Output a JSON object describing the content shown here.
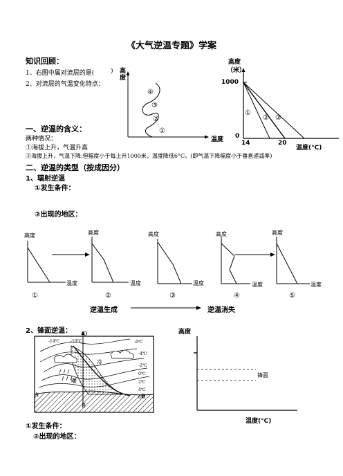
{
  "doc": {
    "title": "《大气逆温专题》学案",
    "review_heading": "知识回顾：",
    "q1": "1、右图中属对流层的是(",
    "q1_close": ")",
    "q2": "2、对流层的气温变化特点：",
    "sec1": "一、逆温的含义：",
    "cases_intro": "两种情况：",
    "case1": "①海拔上升，气温升高",
    "case2": "②海拔上升，气温下降,但幅度小于每上升1000米，温度降低6°C。(即气温下降幅度小于垂直递减率)",
    "sec2": "二、逆温的类型（按成因分）",
    "sub1": "1、辐射逆温",
    "cond1": "①发生条件：",
    "area1": "②出现的地区：",
    "flow_start": "逆温生成",
    "flow_end": "逆温消失",
    "sub2": "2、锋面逆温：",
    "cond2": "①发生条件：",
    "area2": "②出现的地区："
  },
  "fig_layers": {
    "ylabel": "高度",
    "xlabel": "温度",
    "markers": [
      "④",
      "③",
      "②",
      "①"
    ]
  },
  "fig_lapse": {
    "ylabel": "高度",
    "yunit": "（米）",
    "y_tick": "1000",
    "origin": "0",
    "x_ticks": [
      "14",
      "20"
    ],
    "xlabel": "温度(°C)",
    "markers": [
      "①",
      "②",
      "③"
    ]
  },
  "mini_charts": [
    {
      "ylabel": "高度",
      "xlabel": "温度",
      "num": "①"
    },
    {
      "ylabel": "高度",
      "xlabel": "温度",
      "num": "②"
    },
    {
      "ylabel": "高度",
      "xlabel": "温度",
      "num": "③"
    },
    {
      "ylabel": "高度",
      "xlabel": "温度",
      "num": "④"
    },
    {
      "ylabel": "高度",
      "xlabel": "温度",
      "num": "⑤"
    }
  ],
  "front_map": {
    "top_label": "Q",
    "temps_left": [
      "-14℃",
      "-10℃"
    ],
    "temps_right": [
      "-6℃",
      "-4℃",
      "-2℃",
      "0℃",
      "2℃",
      "4℃",
      "6℃"
    ],
    "warm": "暖",
    "cold": "冷",
    "left_label": "A",
    "right_label": "B",
    "bottom_label": "B"
  },
  "front_chart": {
    "ylabel": "高度",
    "xlabel": "温度(°C)",
    "front_label": "锋面"
  }
}
